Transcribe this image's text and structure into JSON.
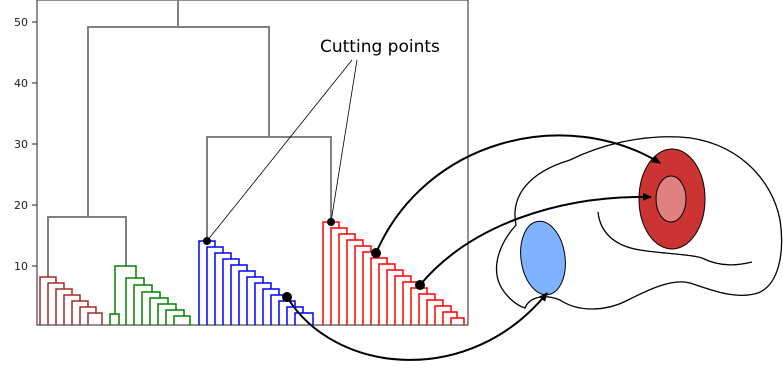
{
  "chart_data": {
    "type": "dendrogram",
    "title": "",
    "xlabel": "",
    "ylabel": "",
    "ylim": [
      0,
      52
    ],
    "yticks": [
      "10",
      "20",
      "30",
      "40",
      "50"
    ],
    "grid": false,
    "annotation": "Cutting points",
    "colors": {
      "axis": "#222222",
      "link": "#808080",
      "cluster_maroon": "#a52a2a",
      "cluster_green": "#008000",
      "cluster_blue": "#0000ff",
      "cluster_red": "#ff0000",
      "region_outer": "#cc3333",
      "region_inner": "#e08080",
      "region_blue": "#7fb2ff"
    },
    "clusters": [
      {
        "color": "maroon",
        "top_height": 8,
        "leaves": 8
      },
      {
        "color": "green",
        "top_height": 10,
        "leaves": 10
      },
      {
        "color": "blue",
        "top_height": 14,
        "leaves": 15
      },
      {
        "color": "red",
        "top_height": 17,
        "leaves": 18
      }
    ],
    "merges": [
      {
        "clusters": [
          "maroon",
          "green"
        ],
        "height": 18
      },
      {
        "clusters": [
          "blue",
          "red"
        ],
        "height": 31
      },
      {
        "clusters": [
          "maroon+green",
          "blue+red"
        ],
        "height": 49
      },
      {
        "clusters": [
          "root"
        ],
        "height": 52
      }
    ]
  },
  "icons": {
    "brain": "brain-outline-icon"
  }
}
